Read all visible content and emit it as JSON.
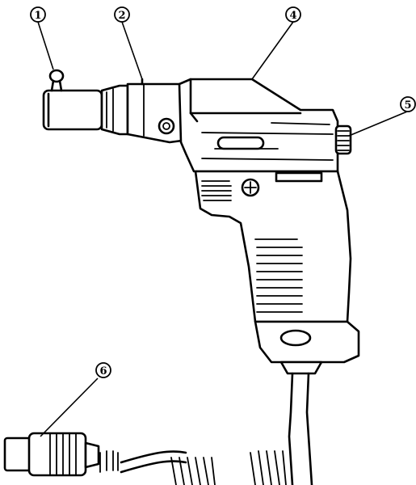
{
  "callouts": [
    {
      "id": "1",
      "label": "1"
    },
    {
      "id": "2",
      "label": "2"
    },
    {
      "id": "4",
      "label": "4"
    },
    {
      "id": "5",
      "label": "5"
    },
    {
      "id": "6",
      "label": "6"
    }
  ]
}
